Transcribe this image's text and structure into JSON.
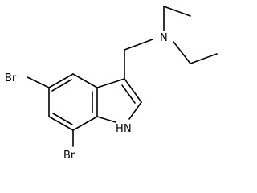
{
  "molecule": {
    "atoms": {
      "amine_nitrogen": "N",
      "indole_nh": "H",
      "indole_n": "N",
      "bromine_5": "Br",
      "bromine_7": "Br"
    }
  },
  "colors": {
    "bond": "#000000",
    "background": "#ffffff"
  }
}
